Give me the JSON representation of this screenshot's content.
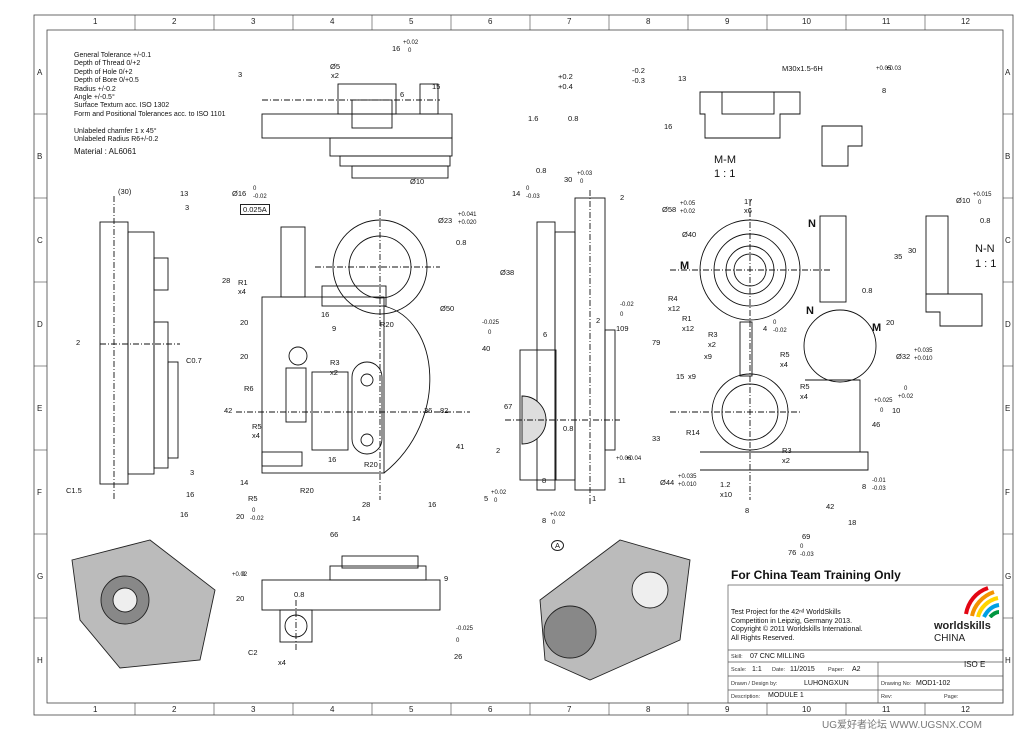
{
  "zones": {
    "columns": [
      "1",
      "2",
      "3",
      "4",
      "5",
      "6",
      "7",
      "8",
      "9",
      "10",
      "11",
      "12"
    ],
    "rows": [
      "A",
      "B",
      "C",
      "D",
      "E",
      "F",
      "G",
      "H"
    ]
  },
  "notes": [
    "General Tolerance +/-0.1",
    "Depth of Thread 0/+2",
    "Depth of Hole 0/+2",
    "Depth of Bore 0/+0.5",
    "Radius +/-0.2",
    "Angle +/-0.5°",
    "Surface Texturn acc. ISO 1302",
    "Form and Positional Tolerances acc. to ISO 1101",
    "",
    "Unlabeled chamfer  1 x 45°",
    "Unlabeled Radius R6+/-0.2",
    "",
    "Material : AL6061"
  ],
  "tolerance_callouts": {
    "plus_a": "+0.2",
    "plus_b": "+0.4",
    "minus_a": "-0.2",
    "minus_b": "-0.3",
    "rough_1": "1.6",
    "rough_2": "0.8"
  },
  "views": {
    "mm_title": "M-M",
    "mm_scale": "1 : 1",
    "nn_title": "N-N",
    "nn_scale": "1 : 1",
    "cut_m": "M",
    "cut_n": "N"
  },
  "dims": {
    "top_view": [
      "Ø5",
      "x2",
      "16",
      "+0.02",
      "0",
      "3",
      "6",
      "15",
      "Ø10"
    ],
    "side_left": [
      "(30)",
      "13",
      "3",
      "2",
      "C0.7",
      "3",
      "16",
      "16",
      "C1.5"
    ],
    "front": [
      "Ø16",
      "0",
      "-0.02",
      "0.025A",
      "Ø23",
      "+0.041",
      "+0.020",
      "0.8",
      "Ø50",
      "R1",
      "x4",
      "28",
      "20",
      "16",
      "9",
      "R20",
      "20",
      "R3",
      "x2",
      "R6",
      "42",
      "36",
      "82",
      "41",
      "R5",
      "x4",
      "16",
      "R20",
      "14",
      "R5",
      "R20",
      "28",
      "14",
      "16",
      "20",
      "0",
      "-0.02",
      "66"
    ],
    "section": [
      "14",
      "0",
      "-0.03",
      "30",
      "+0.03",
      "0",
      "2",
      "0.8",
      "Ø38",
      "40",
      "0",
      "-0.025",
      "6",
      "2",
      "109",
      "0",
      "-0.02",
      "67",
      "0.8",
      "2",
      "8",
      "11",
      "+0.06",
      "+0.04",
      "5",
      "+0.02",
      "0",
      "1",
      "8",
      "+0.02",
      "0",
      "A"
    ],
    "right_view": [
      "17",
      "x6",
      "Ø58",
      "+0.05",
      "+0.02",
      "Ø40",
      "R4",
      "x12",
      "R1",
      "x12",
      "R3",
      "x2",
      "4",
      "0",
      "-0.02",
      "R5",
      "x4",
      "79",
      "15",
      "x9",
      "x9",
      "R14",
      "33",
      "R3",
      "x2",
      "Ø44",
      "+0.035",
      "+0.010",
      "1.2",
      "x10",
      "8",
      "42",
      "18",
      "69",
      "76",
      "0",
      "-0.03",
      "8",
      "-0.01",
      "-0.03",
      "0.8",
      "20",
      "Ø32",
      "+0.035",
      "+0.010",
      "R5",
      "x4",
      "46",
      "+0.025",
      "0",
      "10",
      "+0.02",
      "0"
    ],
    "mm_section": [
      "M30x1.5-6H",
      "13",
      "16",
      "8",
      "+0.05",
      "+0.03"
    ],
    "nn_section": [
      "Ø10",
      "+0.015",
      "0",
      "0.8",
      "35",
      "30"
    ],
    "bottom_view": [
      "0.8",
      "20",
      "+0.02",
      "0",
      "9",
      "C2",
      "x4",
      "26",
      "0",
      "-0.025"
    ]
  },
  "title_block": {
    "banner": "For China Team Training Only",
    "project_lines": [
      "Test Project for the 42ⁿᵈ WorldSkills",
      "Competition in Leipzig, Germany 2013.",
      "Copyright © 2011 Worldskills International.",
      "All Rights Reserved."
    ],
    "logo_word": "worldskills",
    "logo_country": "CHINA",
    "skill_label": "Skill:",
    "skill_value": "07 CNC MILLING",
    "scale_label": "Scale:",
    "scale_value": "1:1",
    "date_label": "Date:",
    "date_value": "11/2015",
    "paper_label": "Paper:",
    "paper_value": "A2",
    "standard": "ISO E",
    "drawn_label": "Drawn / Design by:",
    "drawn_value": "LUHONGXUN",
    "drawing_no_label": "Drawing No:",
    "drawing_no_value": "MOD1-102",
    "desc_label": "Description:",
    "desc_value": "MODULE 1",
    "rev_label": "Rev:",
    "page_label": "Page:"
  },
  "watermark": "UG爱好者论坛 WWW.UGSNX.COM"
}
